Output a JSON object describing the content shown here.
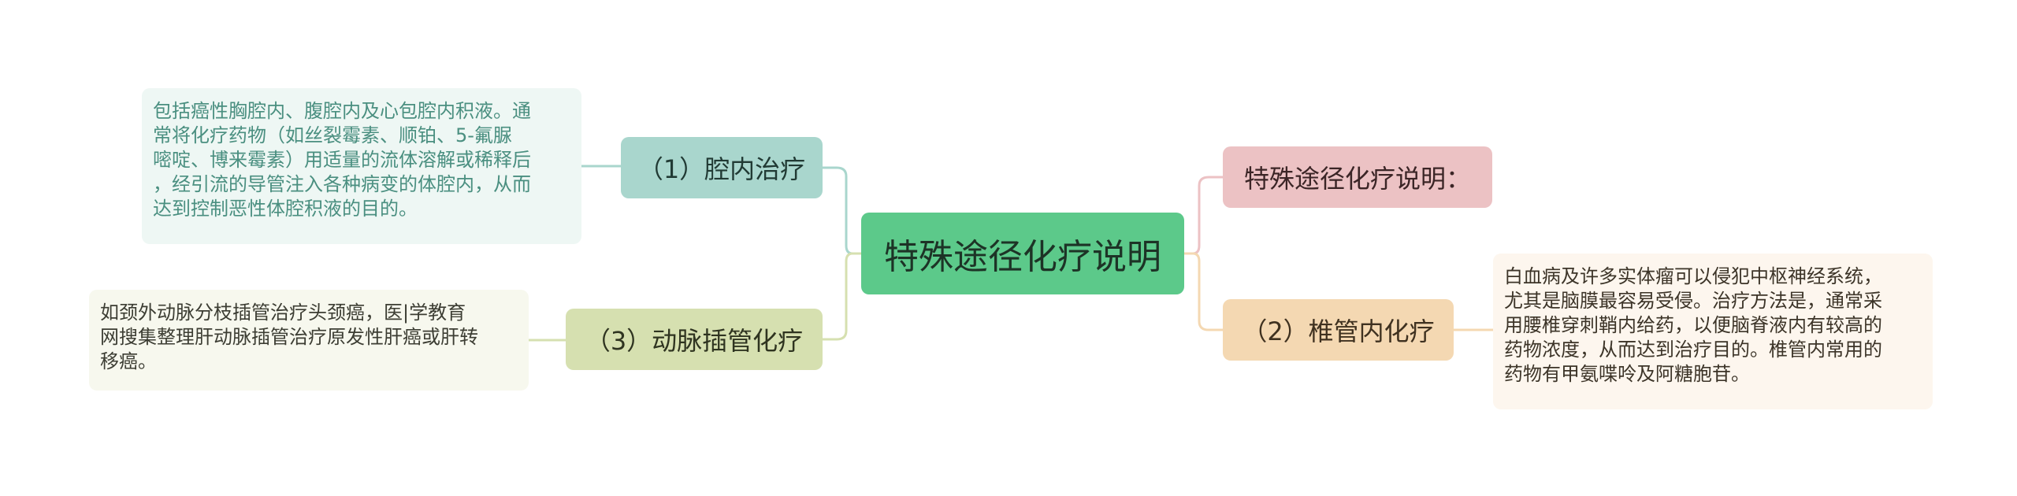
{
  "mindmap": {
    "center": "特殊途径化疗说明",
    "branches": [
      {
        "label": "（1）腔内治疗",
        "leaf": "包括癌性胸腔内、腹腔内及心包腔内积液。通\n常将化疗药物（如丝裂霉素、顺铂、5-氟脲\n嘧啶、博来霉素）用适量的流体溶解或稀释后\n，经引流的导管注入各种病变的体腔内，从而\n达到控制恶性体腔积液的目的。"
      },
      {
        "label": "（3）动脉插管化疗",
        "leaf": "如颈外动脉分枝插管治疗头颈癌，医|学教育\n网搜集整理肝动脉插管治疗原发性肝癌或肝转\n移癌。"
      },
      {
        "label": "特殊途径化疗说明："
      },
      {
        "label": "（2）椎管内化疗",
        "leaf": "白血病及许多实体瘤可以侵犯中枢神经系统，\n尤其是脑膜最容易受侵。治疗方法是，通常采\n用腰椎穿刺鞘内给药，以便脑脊液内有较高的\n药物浓度，从而达到治疗目的。椎管内常用的\n药物有甲氨喋呤及阿糖胞苷。"
      }
    ]
  },
  "colors": {
    "center": "#5cc98a",
    "branch_1": "#a9d6cd",
    "branch_3": "#d6e0b0",
    "branch_0": "#ecc2c4",
    "branch_2": "#f4d8b2",
    "leaf_1": "#eef7f4",
    "leaf_3": "#f7f8ee",
    "leaf_2": "#fdf6ee"
  }
}
